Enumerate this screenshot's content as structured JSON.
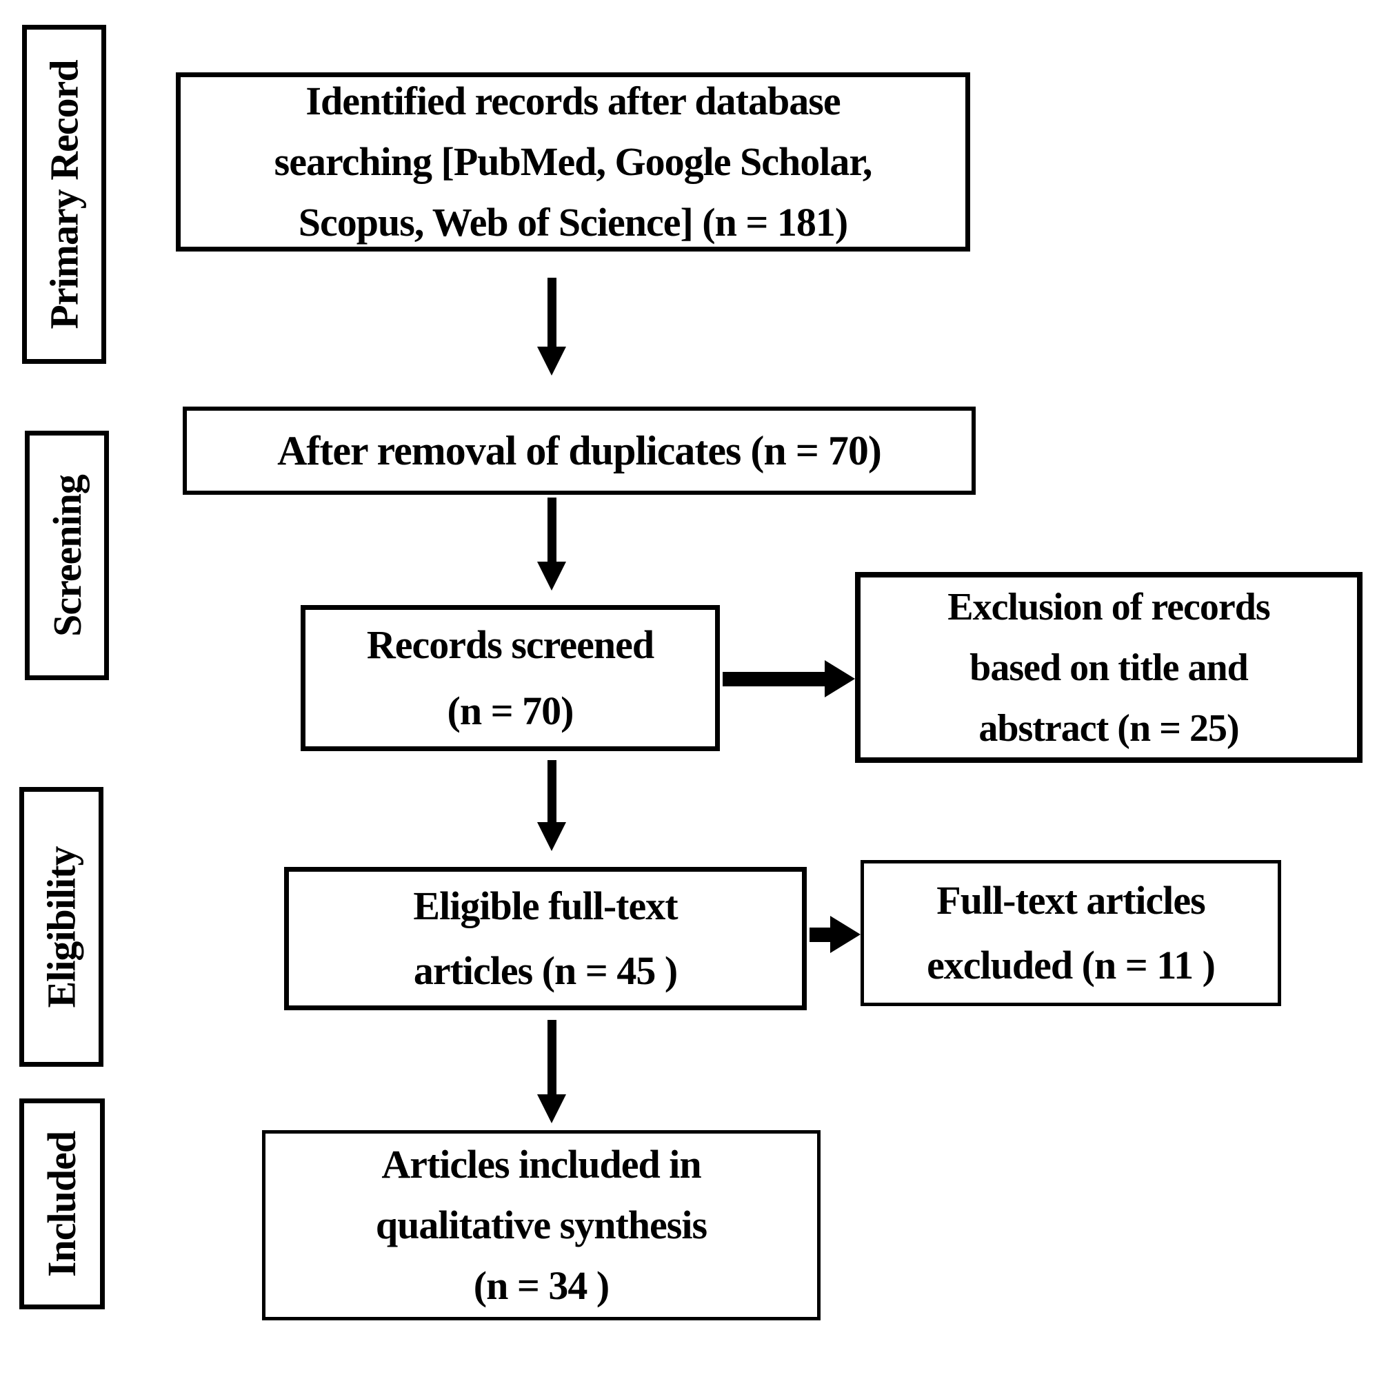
{
  "colors": {
    "background": "#ffffff",
    "ink": "#000000"
  },
  "side_labels": [
    {
      "id": "primary-record",
      "label": "Primary Record"
    },
    {
      "id": "screening",
      "label": "Screening"
    },
    {
      "id": "eligibility",
      "label": "Eligibility"
    },
    {
      "id": "included",
      "label": "Included"
    }
  ],
  "flow_boxes": {
    "identified": {
      "lines": [
        "Identified records after database",
        "searching [PubMed, Google Scholar,",
        "Scopus, Web of Science] (n = 181)"
      ]
    },
    "after_duplicates": {
      "lines": [
        "After removal of duplicates (n = 70)"
      ]
    },
    "records_screened": {
      "lines": [
        "Records screened",
        "(n = 70)"
      ]
    },
    "exclusion_title_abstract": {
      "lines": [
        "Exclusion of records",
        "based on title and",
        "abstract (n = 25)"
      ]
    },
    "eligible_fulltext": {
      "lines": [
        "Eligible full-text",
        "articles (n = 45 )"
      ]
    },
    "fulltext_excluded": {
      "lines": [
        "Full-text articles",
        "excluded (n = 11 )"
      ]
    },
    "included_qualitative": {
      "lines": [
        "Articles included in",
        "qualitative synthesis",
        "(n = 34 )"
      ]
    }
  }
}
